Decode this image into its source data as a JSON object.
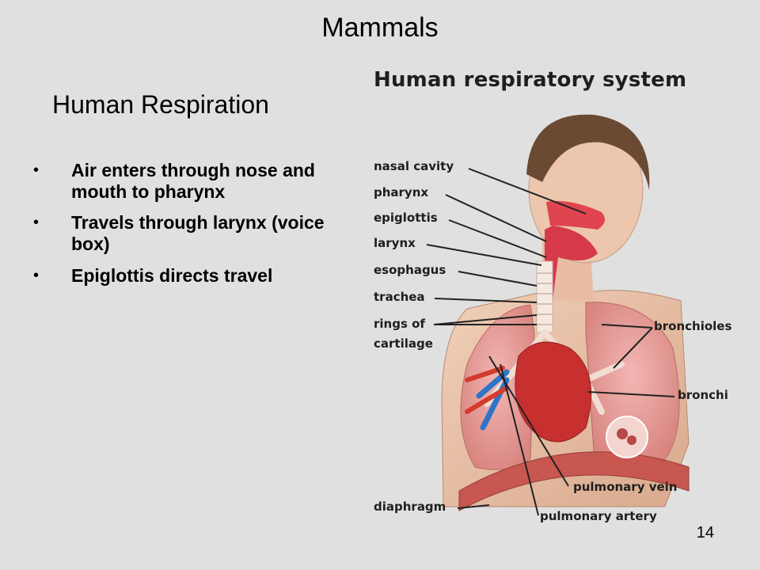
{
  "slide": {
    "title": "Mammals",
    "subtitle": "Human Respiration",
    "page_number": "14"
  },
  "bullets": [
    "Air enters through nose and mouth to pharynx",
    "Travels through larynx (voice box)",
    "Epiglottis directs travel"
  ],
  "diagram": {
    "title": "Human respiratory system",
    "labels": {
      "nasal_cavity": "nasal cavity",
      "pharynx": "pharynx",
      "epiglottis": "epiglottis",
      "larynx": "larynx",
      "esophagus": "esophagus",
      "trachea": "trachea",
      "rings_of_cartilage_1": "rings of",
      "rings_of_cartilage_2": "cartilage",
      "bronchioles": "bronchioles",
      "bronchi": "bronchi",
      "pulmonary_vein": "pulmonary vein",
      "diaphragm": "diaphragm",
      "pulmonary_artery": "pulmonary artery"
    }
  }
}
